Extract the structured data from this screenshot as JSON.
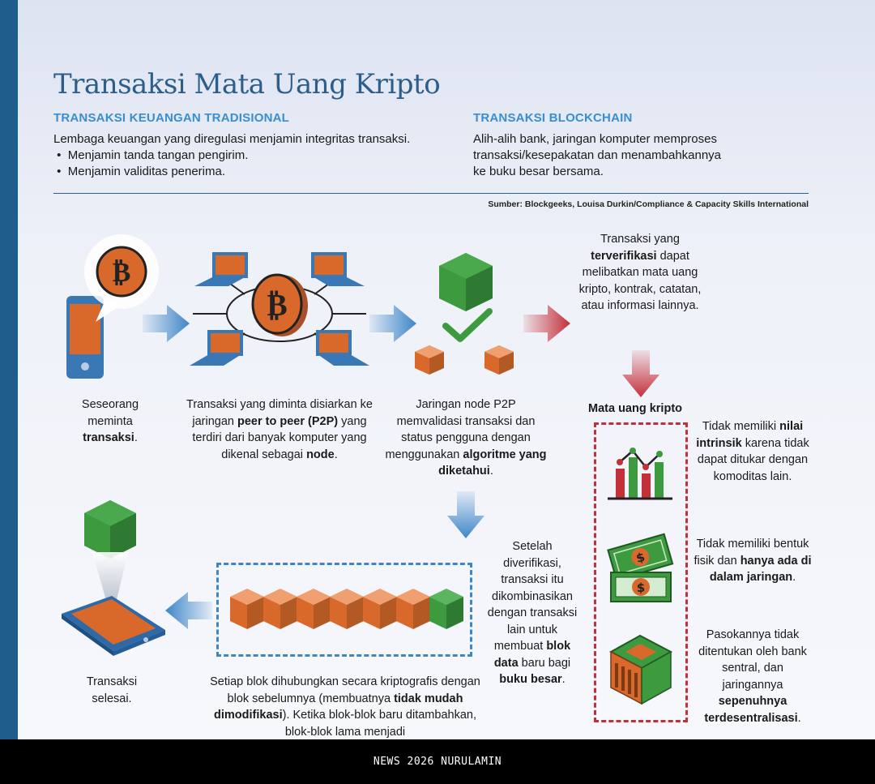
{
  "title": "Transaksi Mata Uang Kripto",
  "traditional": {
    "heading": "TRANSAKSI KEUANGAN TRADISIONAL",
    "intro": "Lembaga keuangan yang diregulasi menjamin integritas transaksi.",
    "bullets": [
      "Menjamin tanda tangan pengirim.",
      "Menjamin validitas penerima."
    ]
  },
  "blockchain": {
    "heading": "TRANSAKSI BLOCKCHAIN",
    "lines": [
      "Alih-alih bank, jaringan komputer memproses",
      "transaksi/kesepakatan dan menambahkannya",
      "ke buku besar bersama."
    ]
  },
  "source": "Sumber: Blockgeeks, Louisa Durkin/Compliance & Capacity Skills International",
  "steps": {
    "request": {
      "pre": "Seseorang meminta ",
      "bold": "transaksi",
      "post": "."
    },
    "broadcast": {
      "t1": "Transaksi yang diminta disiarkan ke jaringan ",
      "b1": "peer to peer (P2P)",
      "t2": " yang terdiri dari banyak komputer yang dikenal sebagai ",
      "b2": "node",
      "t3": "."
    },
    "validate": {
      "t1": "Jaringan node P2P memvalidasi transaksi dan status pengguna dengan menggunakan ",
      "b1": "algoritme yang diketahui",
      "t2": "."
    },
    "verified": {
      "t1": "Transaksi yang ",
      "b1": "terverifikasi",
      "t2": " dapat melibatkan mata uang kripto, kontrak, catatan, atau informasi lainnya."
    },
    "combine": {
      "t1": "Setelah diverifikasi, transaksi itu dikombinasikan dengan transaksi lain untuk membuat ",
      "b1": "blok data",
      "t2": " baru bagi ",
      "b2": "buku besar",
      "t3": "."
    },
    "chain": {
      "t1": "Setiap blok dihubungkan secara kriptografis dengan blok sebelumnya (membuatnya ",
      "b1": "tidak mudah dimodifikasi",
      "t2": "). Ketika blok-blok baru ditambahkan, blok-blok lama menjadi"
    },
    "done": {
      "text": "Transaksi selesai."
    }
  },
  "crypto": {
    "heading": "Mata uang kripto",
    "items": [
      {
        "icon": "bar-chart-icon",
        "t1": "Tidak memiliki ",
        "b1": "nilai intrinsik",
        "t2": " karena tidak dapat ditukar dengan komoditas lain."
      },
      {
        "icon": "money-bills-icon",
        "t1": "Tidak memiliki bentuk fisik dan ",
        "b1": "hanya ada di dalam jaringan",
        "t2": "."
      },
      {
        "icon": "bank-building-icon",
        "t1": "Pasokannya tidak ditentukan oleh bank sentral, dan jaringannya ",
        "b1": "sepenuhnya terdesentralisasi",
        "t2": "."
      }
    ]
  },
  "footer": "NEWS 2026 NURULAMIN",
  "colors": {
    "accent_blue": "#2b5e8a",
    "heading_blue": "#3a8ed0",
    "orange": "#d9692a",
    "green": "#3d9a3f",
    "red_dash": "#c4303a"
  }
}
